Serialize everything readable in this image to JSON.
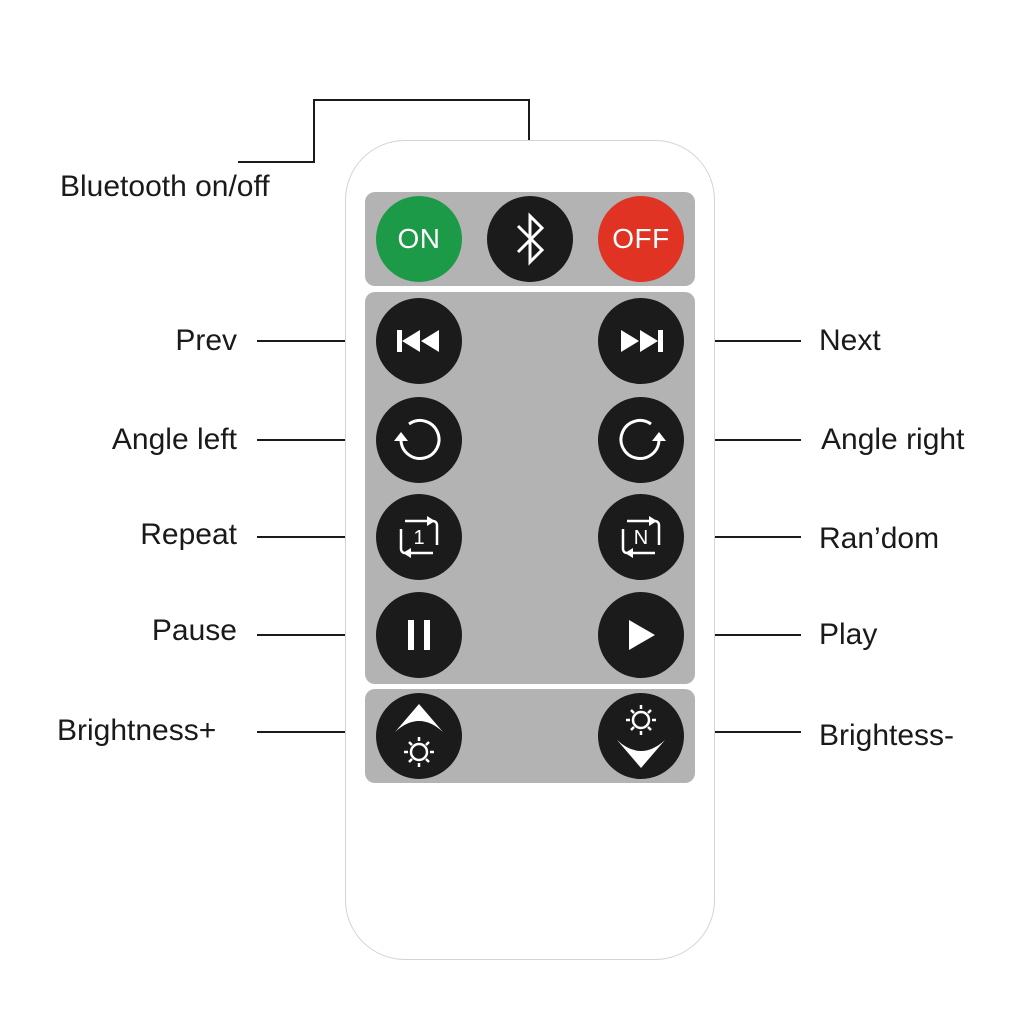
{
  "colors": {
    "on": "#1c9a47",
    "off": "#e03324",
    "button": "#1b1b1b",
    "panel": "#b3b3b3"
  },
  "labels": {
    "bluetooth": "Bluetooth on/off",
    "prev": "Prev",
    "next": "Next",
    "angle_left": "Angle left",
    "angle_right": "Angle right",
    "repeat": "Repeat",
    "random": "Ran’dom",
    "pause": "Pause",
    "play": "Play",
    "brightness_up": "Brightness+",
    "brightness_down": "Brightess-"
  },
  "buttons": {
    "on": "ON",
    "off": "OFF",
    "repeat_one": "1",
    "random_n": "N"
  },
  "icons": {
    "bluetooth": "bluetooth-icon",
    "prev": "skip-back-icon",
    "next": "skip-forward-icon",
    "angle_left": "rotate-left-icon",
    "angle_right": "rotate-right-icon",
    "repeat": "repeat-one-icon",
    "random": "shuffle-icon",
    "pause": "pause-icon",
    "play": "play-icon",
    "brightness_up": "brightness-up-icon",
    "brightness_down": "brightness-down-icon"
  }
}
